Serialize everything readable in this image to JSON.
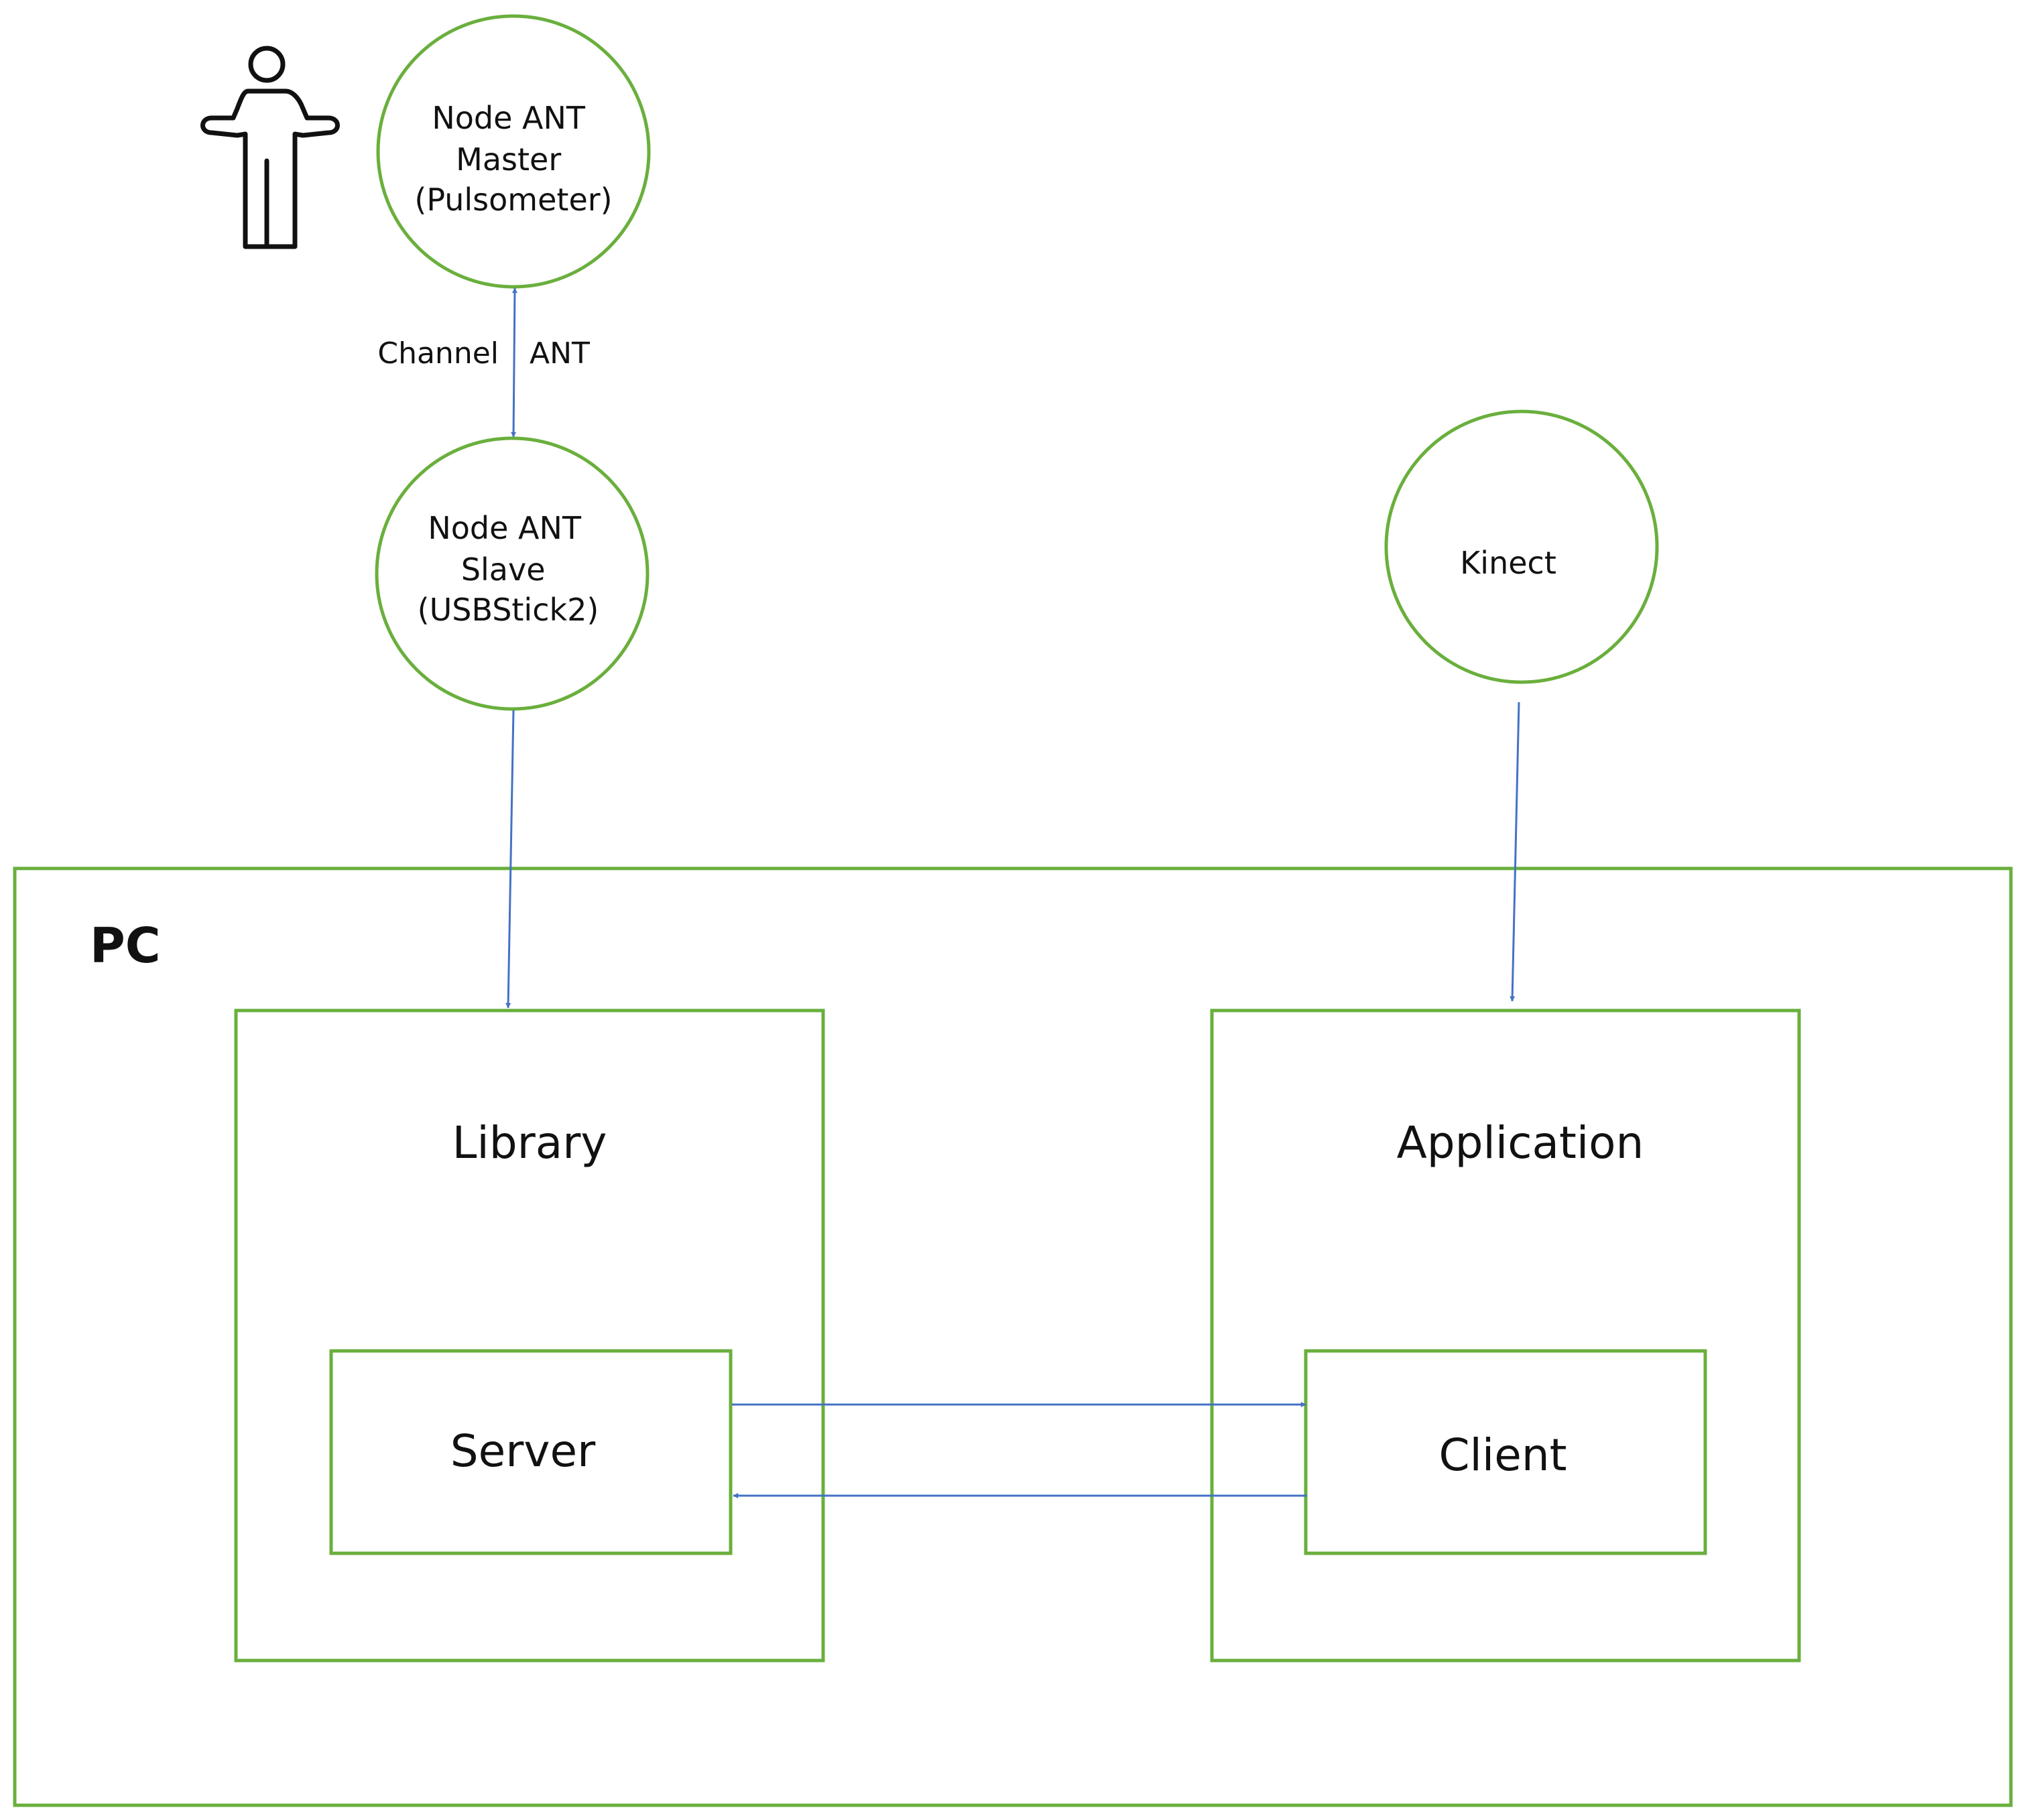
{
  "colors": {
    "node_stroke": "#6aaf3d",
    "arrow": "#4472c4",
    "text": "#111111"
  },
  "nodes": {
    "master": {
      "lines": [
        "Node ANT",
        "Master",
        "(Pulsometer)"
      ]
    },
    "slave": {
      "lines": [
        "Node ANT",
        "Slave",
        "(USBStick2)"
      ]
    },
    "kinect": {
      "label": "Kinect"
    }
  },
  "channel_label": {
    "left": "Channel",
    "right": "ANT"
  },
  "pc": {
    "label": "PC",
    "library": {
      "label": "Library",
      "server": "Server"
    },
    "application": {
      "label": "Application",
      "client": "Client"
    }
  },
  "icons": {
    "user": "person-icon"
  }
}
